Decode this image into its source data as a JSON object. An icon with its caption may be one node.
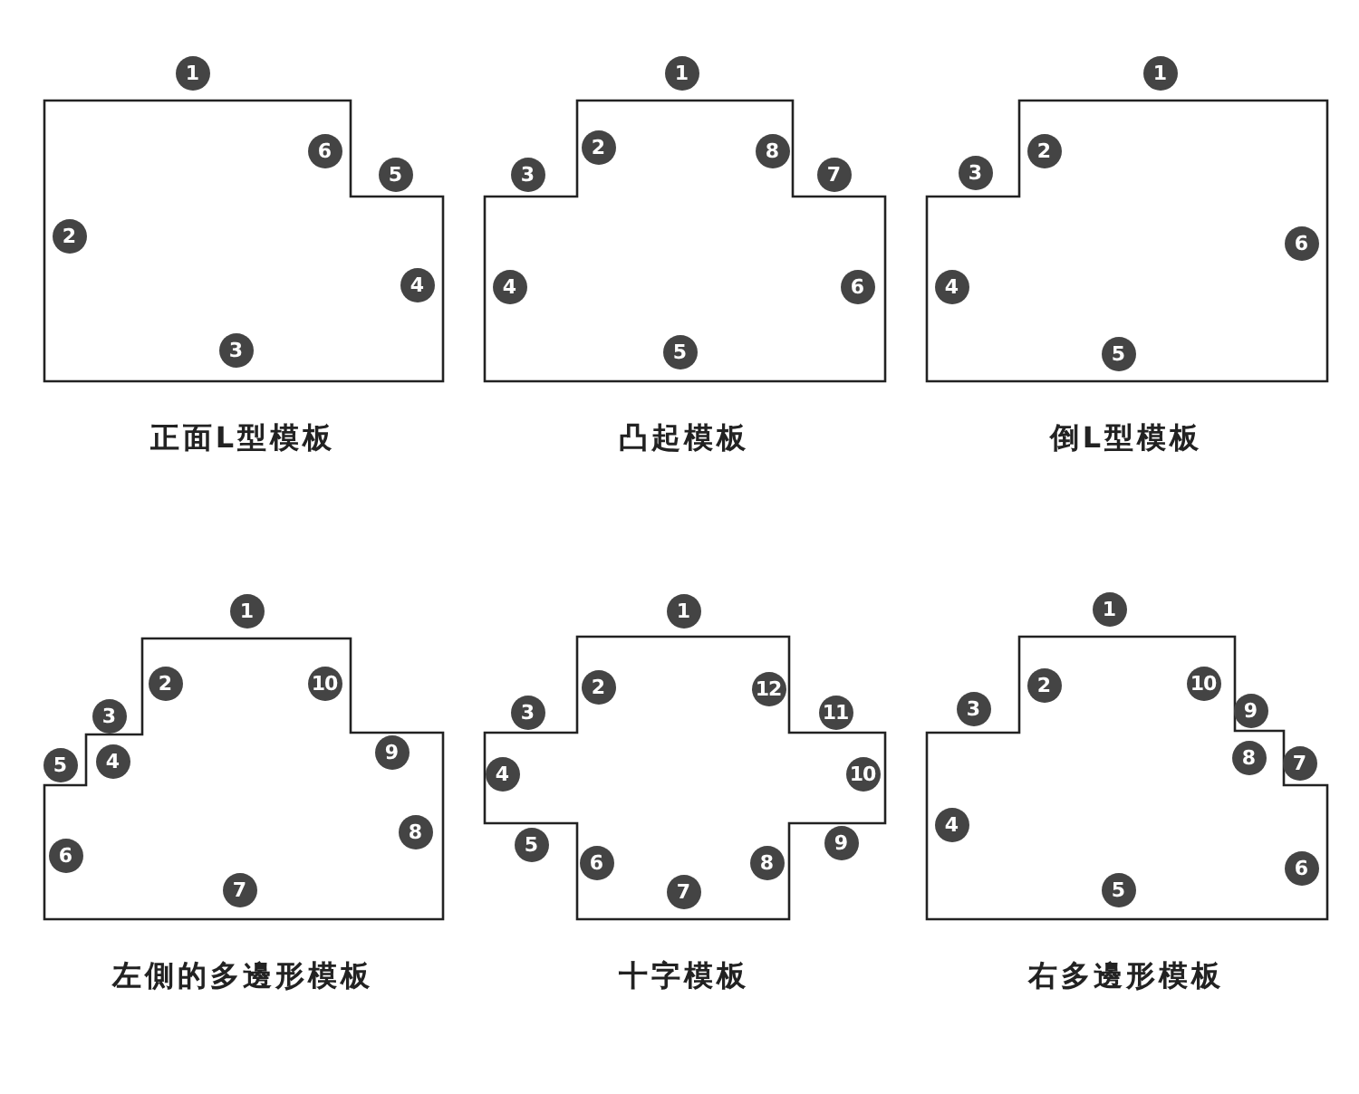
{
  "diagram": {
    "nodes": [
      {
        "text": [
          "正面L型模板"
        ]
      },
      {
        "text": [
          "凸起模板"
        ]
      },
      {
        "text": [
          "倒L型模板"
        ]
      },
      {
        "text": [
          "左側的多邊形模板"
        ]
      },
      {
        "text": [
          "十字模板"
        ]
      },
      {
        "text": [
          "右多邊形模板"
        ]
      }
    ],
    "labels": [
      "1",
      "6",
      "5",
      "2",
      "4",
      "3",
      "1",
      "2",
      "8",
      "3",
      "7",
      "4",
      "6",
      "5",
      "1",
      "2",
      "3",
      "6",
      "4",
      "5",
      "1",
      "2",
      "10",
      "3",
      "5",
      "4",
      "9",
      "8",
      "6",
      "7",
      "1",
      "2",
      "12",
      "3",
      "11",
      "4",
      "10",
      "5",
      "9",
      "6",
      "8",
      "7",
      "1",
      "2",
      "10",
      "3",
      "9",
      "8",
      "7",
      "4",
      "6",
      "5"
    ]
  }
}
